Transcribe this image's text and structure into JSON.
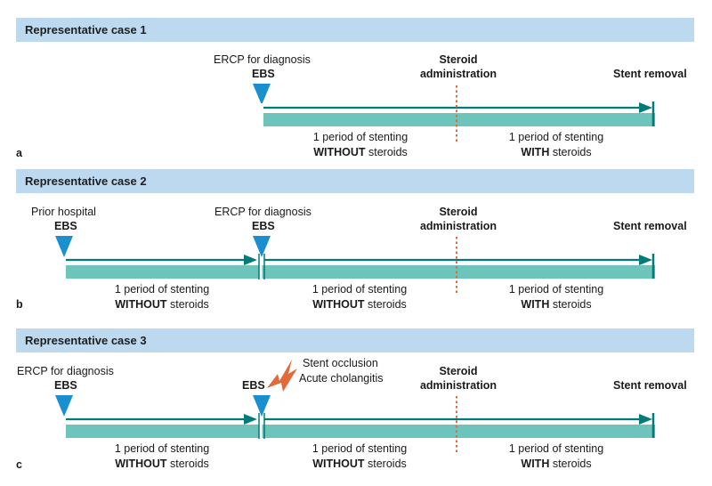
{
  "colors": {
    "header_bg": "#bcd9ef",
    "bar": "#6cc4ba",
    "line": "#007b77",
    "marker": "#1a8fd0",
    "steroid_line": "#e06a3a",
    "lightning": "#e06a3a"
  },
  "cases": [
    {
      "letter": "a",
      "title": "Representative case 1",
      "ebs_labels": [
        {
          "caption": "ERCP for diagnosis",
          "ebs": "EBS"
        }
      ],
      "steroid": {
        "line1": "Steroid",
        "line2": "administration"
      },
      "stent_removal": "Stent removal",
      "periods": [
        {
          "line1": "1 period of stenting",
          "line2_bold": "WITHOUT",
          "line2_rest": " steroids"
        },
        {
          "line1": "1 period of stenting",
          "line2_bold": "WITH",
          "line2_rest": " steroids"
        }
      ]
    },
    {
      "letter": "b",
      "title": "Representative case 2",
      "ebs_labels": [
        {
          "caption": "Prior hospital",
          "ebs": "EBS"
        },
        {
          "caption": "ERCP for diagnosis",
          "ebs": "EBS"
        }
      ],
      "steroid": {
        "line1": "Steroid",
        "line2": "administration"
      },
      "stent_removal": "Stent removal",
      "periods": [
        {
          "line1": "1 period of stenting",
          "line2_bold": "WITHOUT",
          "line2_rest": " steroids"
        },
        {
          "line1": "1 period of stenting",
          "line2_bold": "WITHOUT",
          "line2_rest": " steroids"
        },
        {
          "line1": "1 period of stenting",
          "line2_bold": "WITH",
          "line2_rest": " steroids"
        }
      ]
    },
    {
      "letter": "c",
      "title": "Representative case 3",
      "ebs_labels": [
        {
          "caption": "ERCP for diagnosis",
          "ebs": "EBS"
        },
        {
          "caption": "",
          "ebs": "EBS"
        }
      ],
      "event": {
        "line1": "Stent occlusion",
        "line2": "Acute cholangitis"
      },
      "steroid": {
        "line1": "Steroid",
        "line2": "administration"
      },
      "stent_removal": "Stent removal",
      "periods": [
        {
          "line1": "1 period of stenting",
          "line2_bold": "WITHOUT",
          "line2_rest": " steroids"
        },
        {
          "line1": "1 period of stenting",
          "line2_bold": "WITHOUT",
          "line2_rest": " steroids"
        },
        {
          "line1": "1 period of stenting",
          "line2_bold": "WITH",
          "line2_rest": " steroids"
        }
      ]
    }
  ]
}
